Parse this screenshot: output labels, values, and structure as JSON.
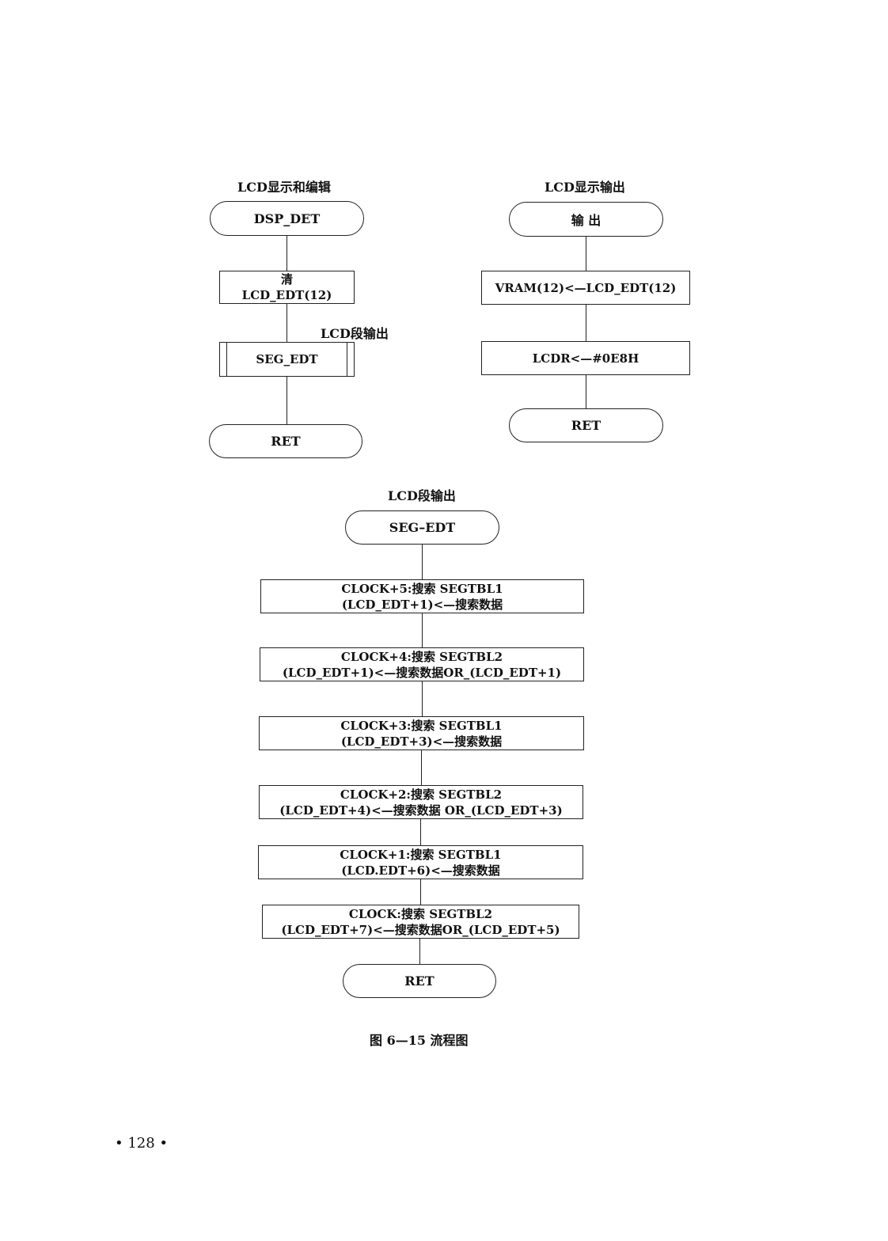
{
  "left_chart": {
    "title": "LCD显示和编辑",
    "start": "DSP_DET",
    "step1": [
      "清",
      "LCD_EDT(12)"
    ],
    "subroutine_note": "LCD段输出",
    "subroutine": "SEG_EDT",
    "end": "RET"
  },
  "right_chart": {
    "title": "LCD显示输出",
    "start": "输 出",
    "step1": "VRAM(12)<—LCD_EDT(12)",
    "step2": "LCDR<—#0E8H",
    "end": "RET"
  },
  "bottom_chart": {
    "title": "LCD段输出",
    "start": "SEG–EDT",
    "steps": [
      [
        "CLOCK+5:搜索 SEGTBL1",
        "(LCD_EDT+1)<—搜索数据"
      ],
      [
        "CLOCK+4:搜索 SEGTBL2",
        "(LCD_EDT+1)<—搜索数据OR_(LCD_EDT+1)"
      ],
      [
        "CLOCK+3:搜索 SEGTBL1",
        "(LCD_EDT+3)<—搜索数据"
      ],
      [
        "CLOCK+2:搜索 SEGTBL2",
        "(LCD_EDT+4)<—搜索数据 OR_(LCD_EDT+3)"
      ],
      [
        "CLOCK+1:搜索 SEGTBL1",
        "(LCD.EDT+6)<—搜索数据"
      ],
      [
        "CLOCK:搜索 SEGTBL2",
        "(LCD_EDT+7)<—搜索数据OR_(LCD_EDT+5)"
      ]
    ],
    "end": "RET"
  },
  "caption": "图 6—15  流程图",
  "page_number": "• 128 •"
}
